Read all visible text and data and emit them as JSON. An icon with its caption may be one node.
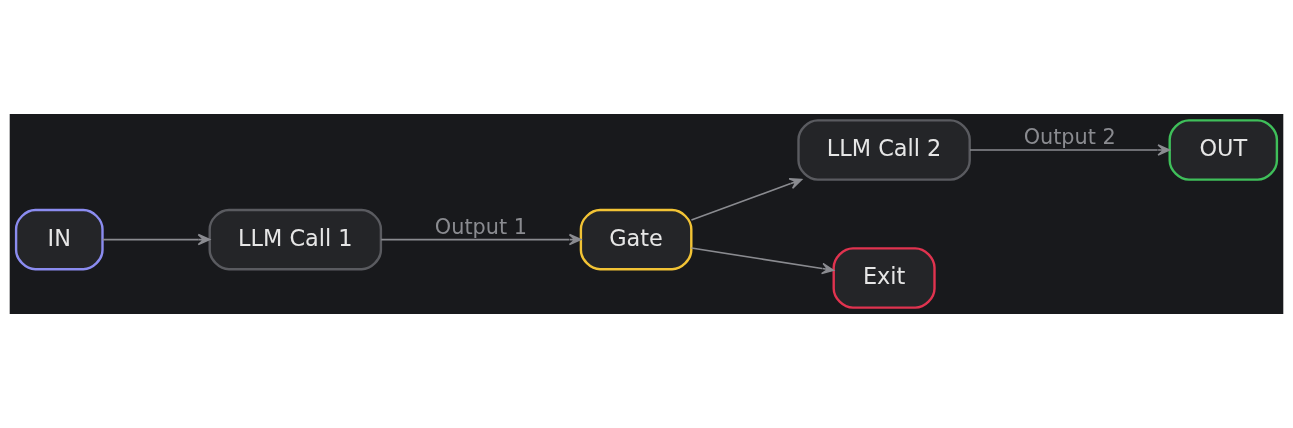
{
  "diagram": {
    "nodes": [
      {
        "text": [
          "IN"
        ]
      },
      {
        "text": [
          "LLM Call 1"
        ]
      },
      {
        "text": [
          "Gate"
        ]
      },
      {
        "text": [
          "LLM Call 2"
        ]
      },
      {
        "text": [
          "OUT"
        ]
      },
      {
        "text": [
          "Exit"
        ]
      }
    ],
    "edges": [
      {
        "from": 0,
        "to": 1,
        "arrow": "to"
      },
      {
        "from": 1,
        "to": 2,
        "arrow": "to",
        "label": "Output 1"
      },
      {
        "from": 2,
        "to": 3,
        "arrow": "to"
      },
      {
        "from": 2,
        "to": 5,
        "arrow": "to"
      },
      {
        "from": 3,
        "to": 4,
        "arrow": "to",
        "label": "Output 2"
      }
    ]
  }
}
